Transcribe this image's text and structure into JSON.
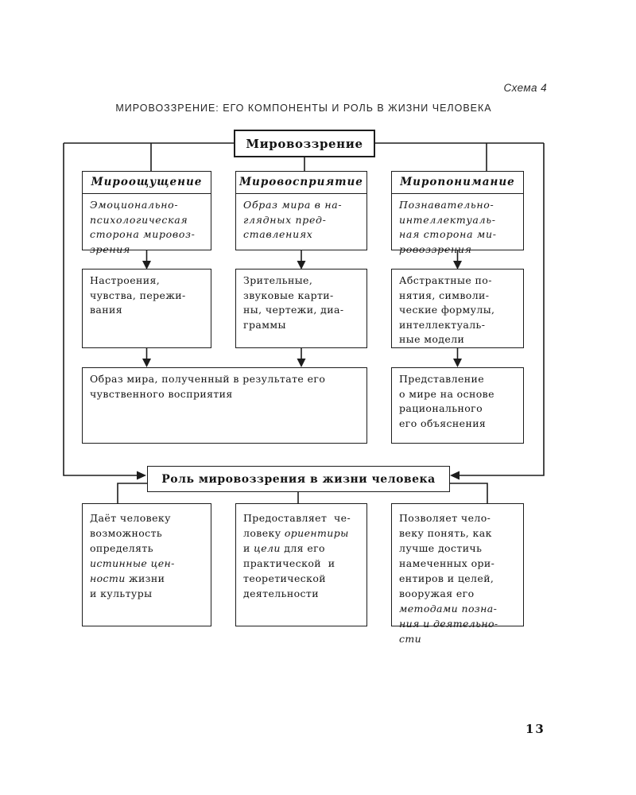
{
  "page": {
    "scheme_label": "Схема 4",
    "title": "МИРОВОЗЗРЕНИЕ: ЕГО КОМПОНЕНТЫ И РОЛЬ В ЖИЗНИ ЧЕЛОВЕКА",
    "page_number": "13"
  },
  "colors": {
    "ink": "#1d1d1d",
    "paper": "#ffffff"
  },
  "diagram": {
    "root_label": "Мировоззрение",
    "columns": [
      {
        "title": "Мироощущение",
        "subtitle_lines": [
          "Эмоционально-",
          "психологическая",
          "сторона мировоз-",
          "зрения"
        ],
        "level2_lines": [
          "Настроения,",
          "чувства, пережи-",
          "вания"
        ]
      },
      {
        "title": "Мировосприятие",
        "subtitle_lines": [
          "Образ мира в на-",
          "глядных пред-",
          "ставлениях"
        ],
        "level2_lines": [
          "Зрительные,",
          "звуковые карти-",
          "ны, чертежи, диа-",
          "граммы"
        ]
      },
      {
        "title": "Миропонимание",
        "subtitle_lines": [
          "Познавательно-",
          "интеллектуаль-",
          "ная сторона ми-",
          "ровоззрения"
        ],
        "level2_lines": [
          "Абстрактные по-",
          "нятия, символи-",
          "ческие формулы,",
          "интеллектуаль-",
          "ные модели"
        ]
      }
    ],
    "level3_wide_lines": [
      "Образ мира, полученный в результате его",
      "чувственного восприятия"
    ],
    "level3_right_lines": [
      "Представление",
      "о мире на основе",
      "рационального",
      "его объяснения"
    ],
    "role_label": "Роль мировоззрения в жизни человека",
    "role_items": [
      {
        "lines": [
          [
            {
              "t": "Даёт человеку"
            }
          ],
          [
            {
              "t": "возможность"
            }
          ],
          [
            {
              "t": "определять"
            }
          ],
          [
            {
              "t": "истинные цен-",
              "i": true
            }
          ],
          [
            {
              "t": "ности ",
              "i": true
            },
            {
              "t": "жизни"
            }
          ],
          [
            {
              "t": "и культуры"
            }
          ]
        ]
      },
      {
        "lines": [
          [
            {
              "t": "Предоставляет  че-"
            }
          ],
          [
            {
              "t": "ловеку "
            },
            {
              "t": "ориентиры",
              "i": true
            }
          ],
          [
            {
              "t": "и "
            },
            {
              "t": "цели",
              "i": true
            },
            {
              "t": " для его"
            }
          ],
          [
            {
              "t": "практической  и"
            }
          ],
          [
            {
              "t": "теоретической"
            }
          ],
          [
            {
              "t": "деятельности"
            }
          ]
        ]
      },
      {
        "lines": [
          [
            {
              "t": "Позволяет чело-"
            }
          ],
          [
            {
              "t": "веку понять, как"
            }
          ],
          [
            {
              "t": "лучше достичь"
            }
          ],
          [
            {
              "t": "намеченных ори-"
            }
          ],
          [
            {
              "t": "ентиров и целей,"
            }
          ],
          [
            {
              "t": "вооружая его"
            }
          ],
          [
            {
              "t": "методами позна-",
              "i": true
            }
          ],
          [
            {
              "t": "ния и деятельно-",
              "i": true
            }
          ],
          [
            {
              "t": "сти",
              "i": true
            }
          ]
        ]
      }
    ]
  }
}
